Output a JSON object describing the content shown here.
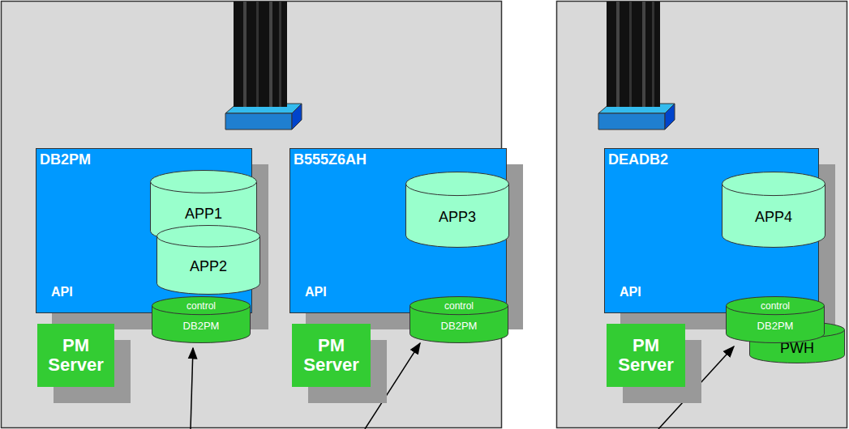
{
  "diagram": {
    "nodes": [
      {
        "text": [
          "DB2PM",
          "API"
        ]
      },
      {
        "text": [
          "APP1"
        ],
        "in": 0
      },
      {
        "text": [
          "APP2"
        ],
        "in": 0
      },
      {
        "text": [
          "control",
          "DB2PM"
        ]
      },
      {
        "text": [
          "PM Server"
        ]
      },
      {
        "text": [
          "B555Z6AH",
          "API"
        ]
      },
      {
        "text": [
          "APP3"
        ],
        "in": 5
      },
      {
        "text": [
          "control",
          "DB2PM"
        ]
      },
      {
        "text": [
          "PM Server"
        ]
      },
      {
        "text": [
          "DEADB2",
          "API"
        ]
      },
      {
        "text": [
          "APP4"
        ],
        "in": 9
      },
      {
        "text": [
          "control",
          "DB2PM"
        ]
      },
      {
        "text": [
          "PWH"
        ]
      },
      {
        "text": [
          "PM Server"
        ]
      }
    ]
  }
}
